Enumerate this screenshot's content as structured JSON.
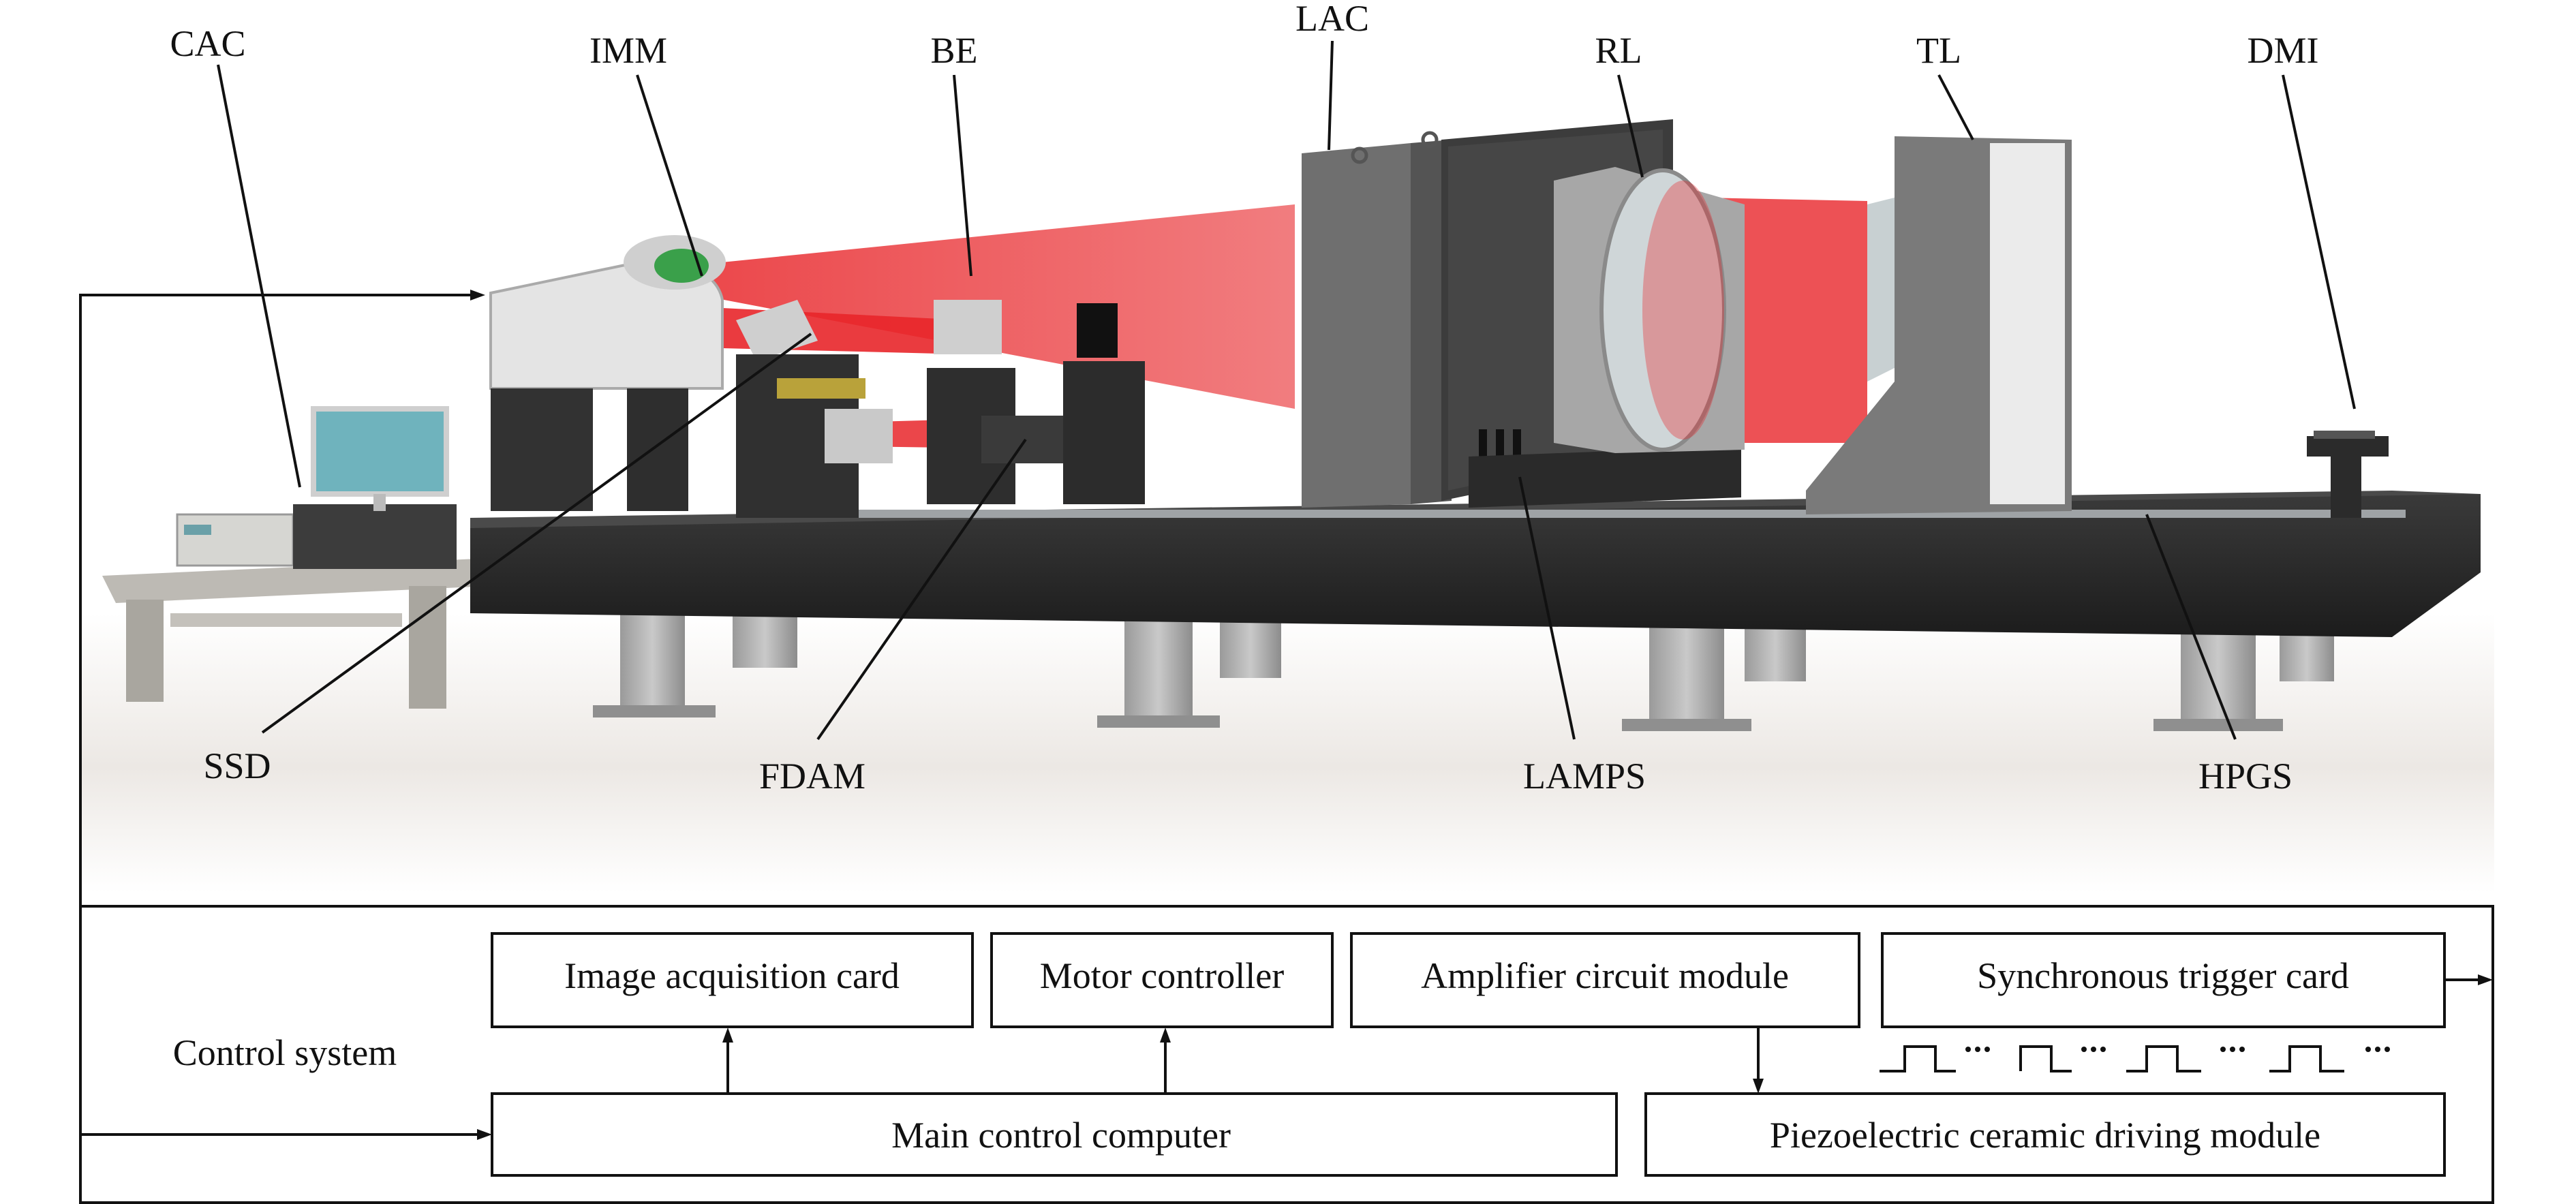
{
  "labels": {
    "cac": "CAC",
    "imm": "IMM",
    "be": "BE",
    "lac": "LAC",
    "rl": "RL",
    "tl": "TL",
    "dmi": "DMI",
    "ssd": "SSD",
    "fdam": "FDAM",
    "lamps": "LAMPS",
    "hpgs": "HPGS"
  },
  "control": {
    "title": "Control system",
    "image_card": "Image acquisition card",
    "motor": "Motor controller",
    "amplifier": "Amplifier circuit module",
    "sync": "Synchronous trigger card",
    "main": "Main control computer",
    "piezo": "Piezoelectric ceramic driving module"
  },
  "colors": {
    "beam": "#e8262a",
    "granite": "#2b2b2b",
    "metal": "#7a7a7a",
    "line": "#111111"
  }
}
